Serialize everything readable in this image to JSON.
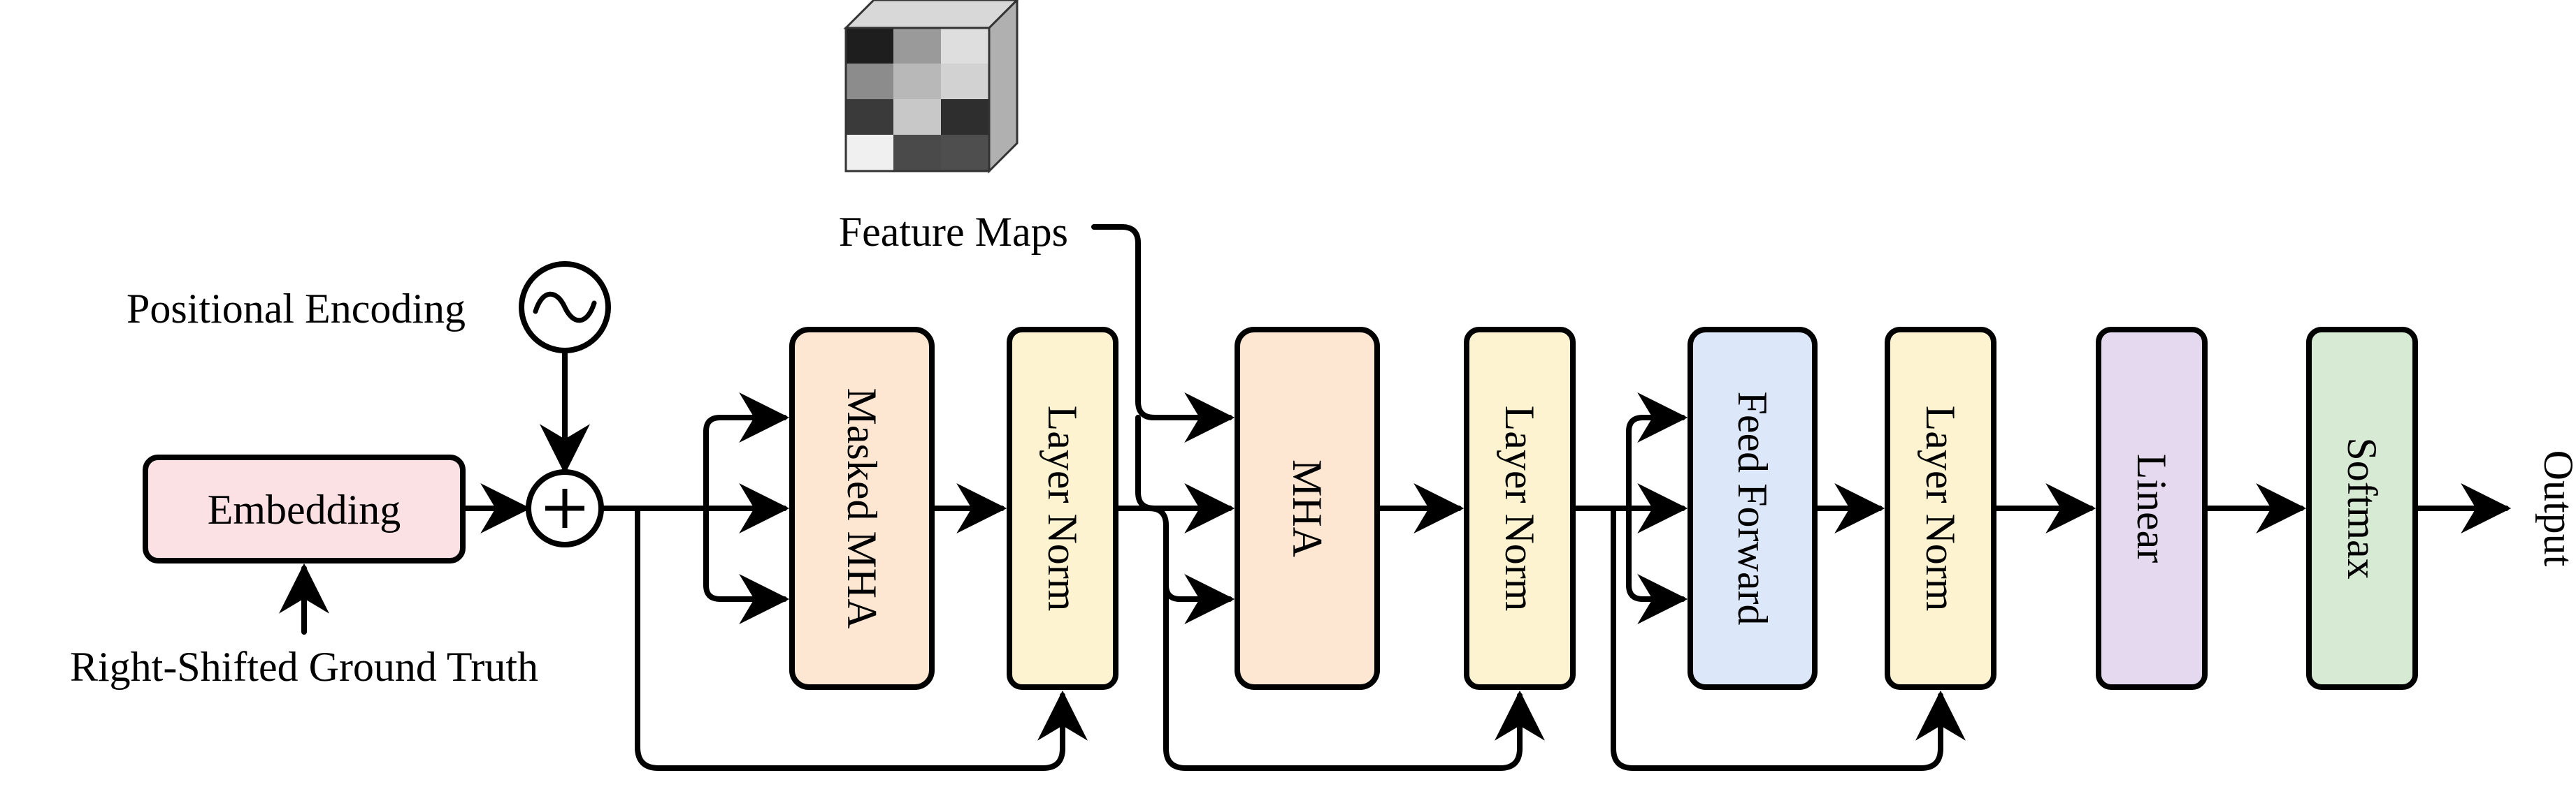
{
  "labels": {
    "feature_maps": "Feature Maps",
    "positional_encoding": "Positional Encoding",
    "right_shifted": "Right-Shifted Ground Truth",
    "output": "Output"
  },
  "symbols": {
    "sine": "~",
    "plus": "+"
  },
  "blocks": {
    "embedding": "Embedding",
    "masked_mha": "Masked MHA",
    "layer_norm_1": "Layer Norm",
    "mha": "MHA",
    "layer_norm_2": "Layer Norm",
    "feed_forward": "Feed Forward",
    "layer_norm_3": "Layer Norm",
    "linear": "Linear",
    "softmax": "Softmax"
  },
  "colors": {
    "embedding": "#fce1e4",
    "attention": "#fde6d2",
    "layer_norm": "#fdf3d0",
    "feed_forward": "#dce8f9",
    "linear": "#e4d9ee",
    "softmax": "#d7ead4"
  },
  "icons": {
    "cube": "feature-map-cube-icon"
  }
}
